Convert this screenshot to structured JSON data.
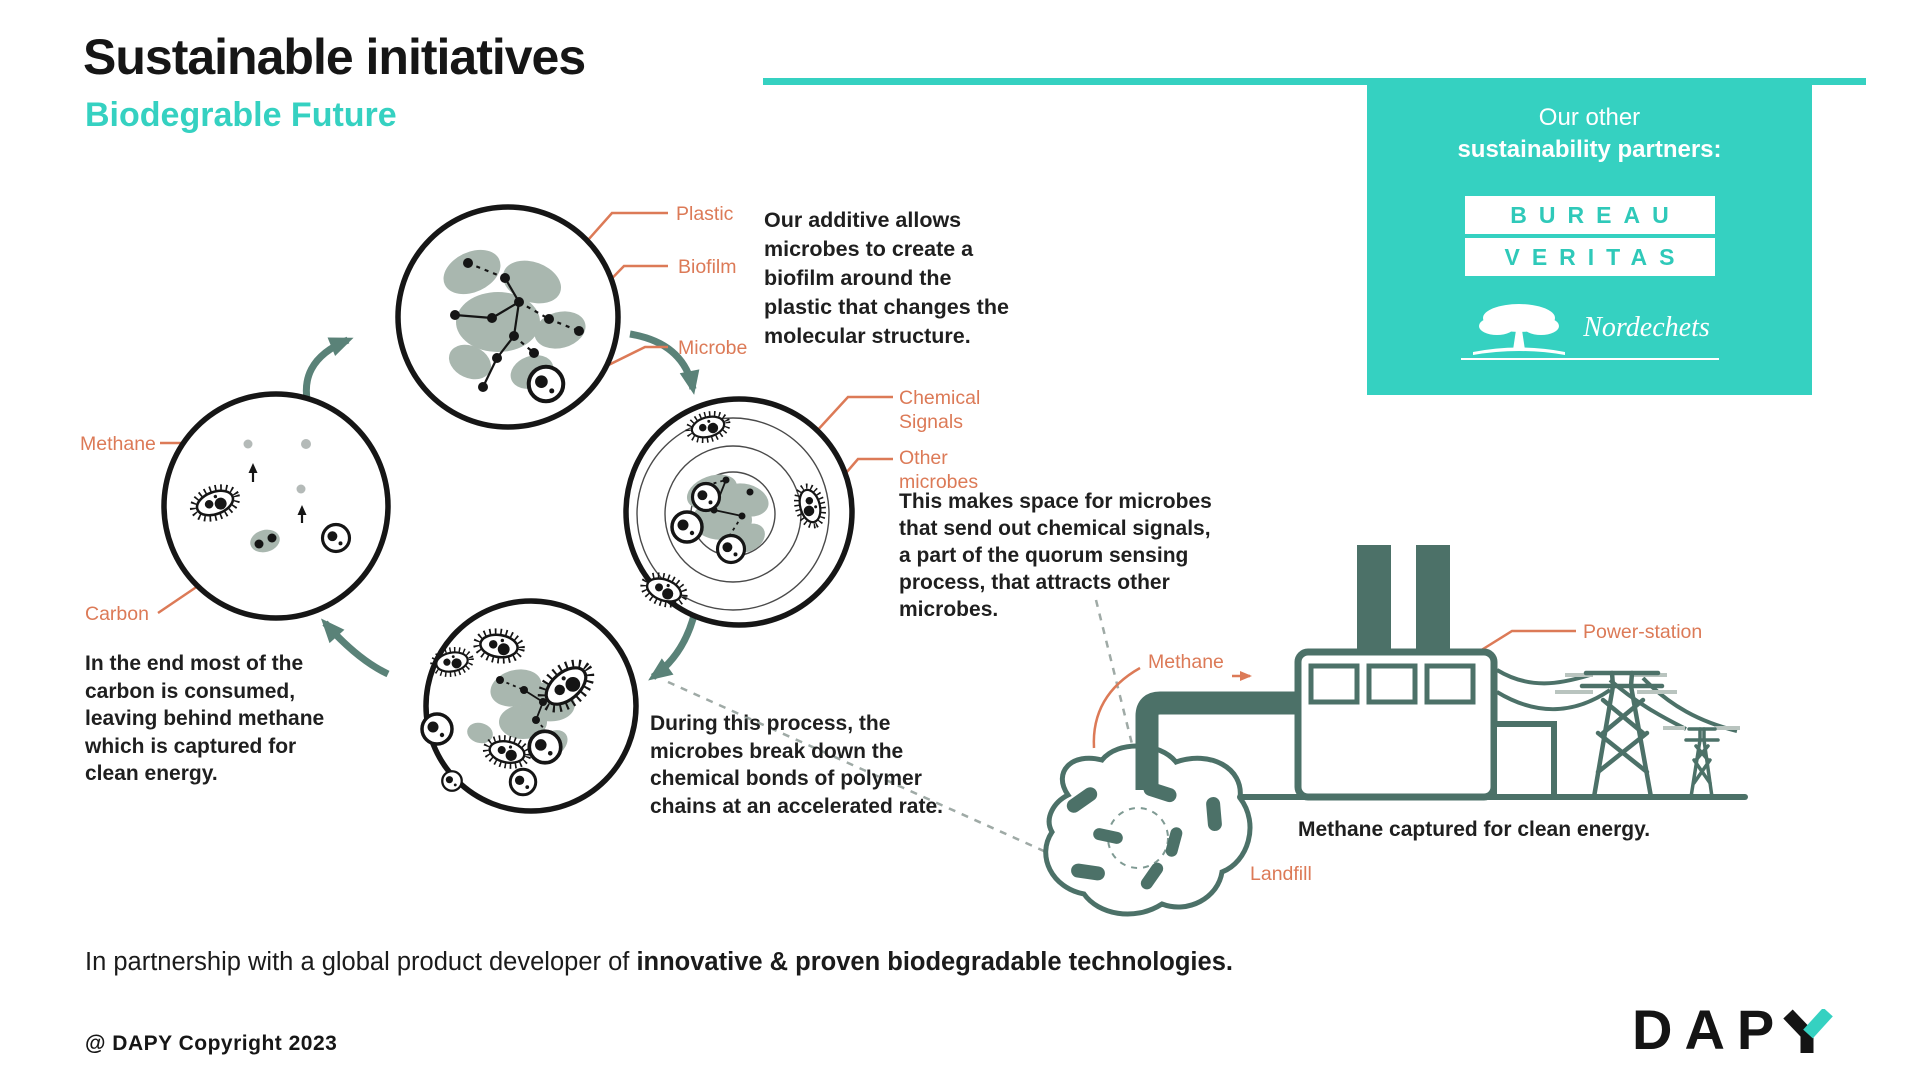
{
  "header": {
    "title": "Sustainable initiatives",
    "subtitle": "Biodegrable Future",
    "accent_color": "#35d1c1"
  },
  "partners_box": {
    "line1": "Our other",
    "line2": "sustainability partners:",
    "bureau_veritas": {
      "word1": "BUREAU",
      "word2": "VERITAS"
    },
    "nordechets": {
      "name": "Nordechets"
    }
  },
  "diagram": {
    "steps": [
      {
        "id": "biofilm",
        "text": "Our additive allows\nmicrobes to create a\nbiofilm around the\nplastic that changes the\nmolecular structure.",
        "labels": [
          {
            "text": "Plastic"
          },
          {
            "text": "Biofilm"
          },
          {
            "text": "Microbe"
          }
        ]
      },
      {
        "id": "signals",
        "text": "This makes space for microbes\nthat send out chemical signals,\na part of the quorum sensing\nprocess, that attracts other\nmicrobes.",
        "labels": [
          {
            "text": "Chemical\nSignals"
          },
          {
            "text": "Other\nmicrobes"
          }
        ]
      },
      {
        "id": "breakdown",
        "text": "During this process, the\nmicrobes break down the\nchemical bonds of polymer\nchains at an accelerated rate."
      },
      {
        "id": "capture",
        "text": "In the end most of the\ncarbon is consumed,\nleaving behind methane\nwhich is captured for\nclean energy.",
        "labels": [
          {
            "text": "Methane"
          },
          {
            "text": "Carbon"
          }
        ]
      }
    ],
    "colors": {
      "label_orange": "#dc7a57",
      "arrow_green": "#5a8278",
      "station_green": "#4c7168",
      "biofilm_gray": "#a9b7af"
    }
  },
  "power_station": {
    "labels": {
      "methane": "Methane",
      "landfill": "Landfill",
      "station": "Power-station"
    },
    "caption": "Methane captured for clean energy."
  },
  "footer": {
    "partnership_regular": "In partnership with a global product developer of ",
    "partnership_bold": "innovative & proven biodegradable technologies.",
    "copyright": "@ DAPY Copyright 2023"
  },
  "logo": {
    "text": "DAPY",
    "prefix": "DAP",
    "accent_letter": "Y",
    "accent_color": "#35d1c1"
  }
}
